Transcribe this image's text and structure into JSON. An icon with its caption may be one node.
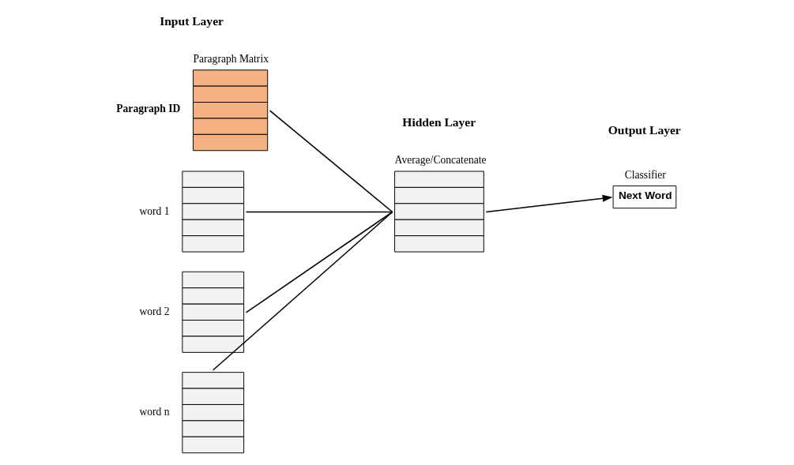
{
  "diagram": {
    "nodes": [
      {
        "text": [
          "Paragraph Matrix"
        ],
        "beside": [
          "Paragraph ID"
        ]
      },
      {
        "text": [],
        "shape": "box",
        "beside": [
          "word 1"
        ]
      },
      {
        "text": [],
        "shape": "box",
        "beside": [
          "word 2"
        ]
      },
      {
        "text": [],
        "shape": "box",
        "beside": [
          "word n"
        ]
      },
      {
        "text": [
          "Average/Concatenate"
        ]
      },
      {
        "text": [
          "Classifier",
          "Next Word"
        ]
      }
    ],
    "edges": [
      {
        "from": 0,
        "to": 4,
        "arrow": "none"
      },
      {
        "from": 1,
        "to": 4,
        "arrow": "none"
      },
      {
        "from": 2,
        "to": 4,
        "arrow": "none"
      },
      {
        "from": 3,
        "to": 4,
        "arrow": "none"
      },
      {
        "from": 4,
        "to": 5,
        "arrow": "to"
      }
    ],
    "labels": [
      "Input Layer",
      "Hidden Layer",
      "Output Layer"
    ]
  }
}
